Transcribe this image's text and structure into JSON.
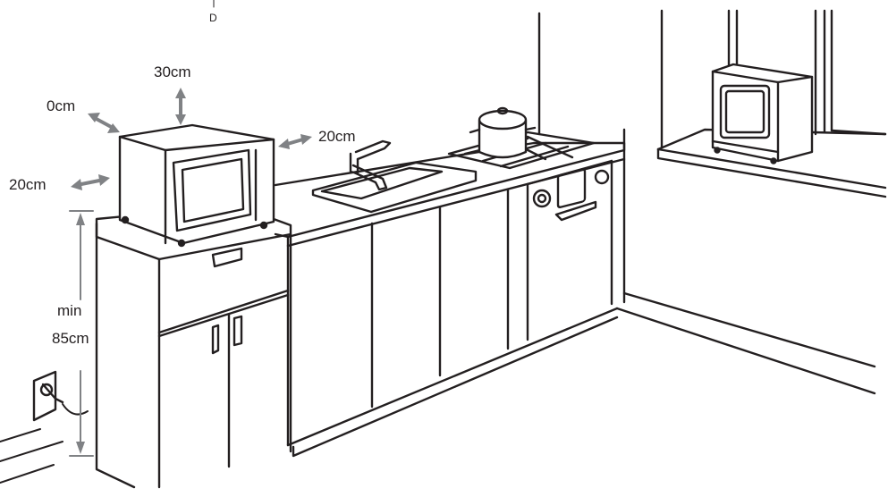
{
  "labels": {
    "top_marker": "D",
    "clearance_left_back": "0cm",
    "clearance_top": "30cm",
    "clearance_side": "20cm",
    "clearance_left": "20cm",
    "height_line1": "min",
    "height_line2": "85cm"
  },
  "colors": {
    "ink": "#231f20",
    "arrow": "#808285"
  },
  "icons": [
    "microwave-icon",
    "sink-icon",
    "faucet-icon",
    "stove-icon",
    "cooking-pot-icon",
    "oven-icon",
    "wall-outlet-icon",
    "plug-icon"
  ]
}
